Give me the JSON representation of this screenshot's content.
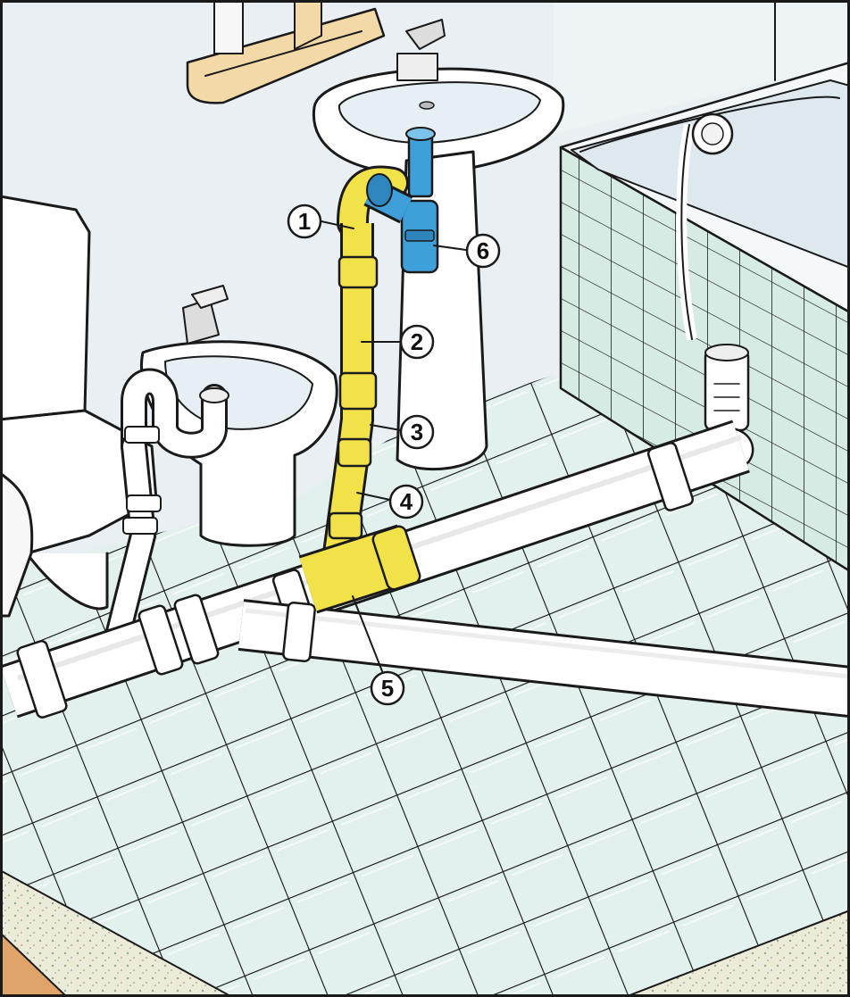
{
  "colors": {
    "highlight_pipe": "#f2e24a",
    "trap": "#3f9fd8",
    "tile": "#e3f1ee",
    "wall": "#e9eff3",
    "pipe_white": "#ffffff",
    "floor_edge": "#e0a46a"
  },
  "callouts": [
    {
      "id": "1",
      "label": "1"
    },
    {
      "id": "2",
      "label": "2"
    },
    {
      "id": "3",
      "label": "3"
    },
    {
      "id": "4",
      "label": "4"
    },
    {
      "id": "5",
      "label": "5"
    },
    {
      "id": "6",
      "label": "6"
    }
  ]
}
